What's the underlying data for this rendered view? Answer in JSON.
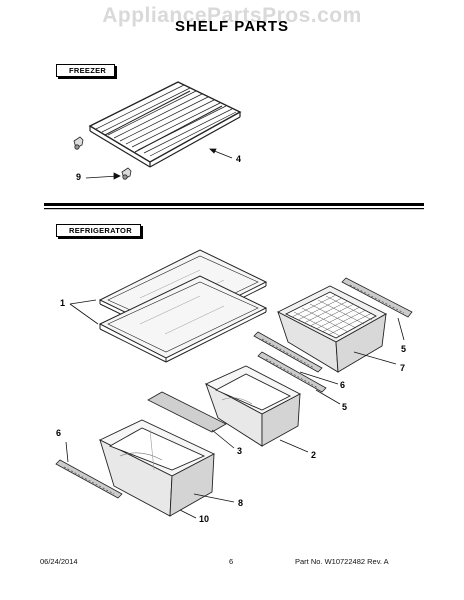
{
  "watermark": "AppliancePartsPros.com",
  "title": "SHELF PARTS",
  "sections": {
    "freezer": "FREEZER",
    "refrigerator": "REFRIGERATOR"
  },
  "callouts": {
    "c4": "4",
    "c9": "9",
    "c1": "1",
    "c5a": "5",
    "c7": "7",
    "c6a": "6",
    "c5b": "5",
    "c3": "3",
    "c2": "2",
    "c6b": "6",
    "c8": "8",
    "c10": "10"
  },
  "footer": {
    "date": "06/24/2014",
    "page": "6",
    "part": "Part No. W10722482  Rev. A"
  }
}
